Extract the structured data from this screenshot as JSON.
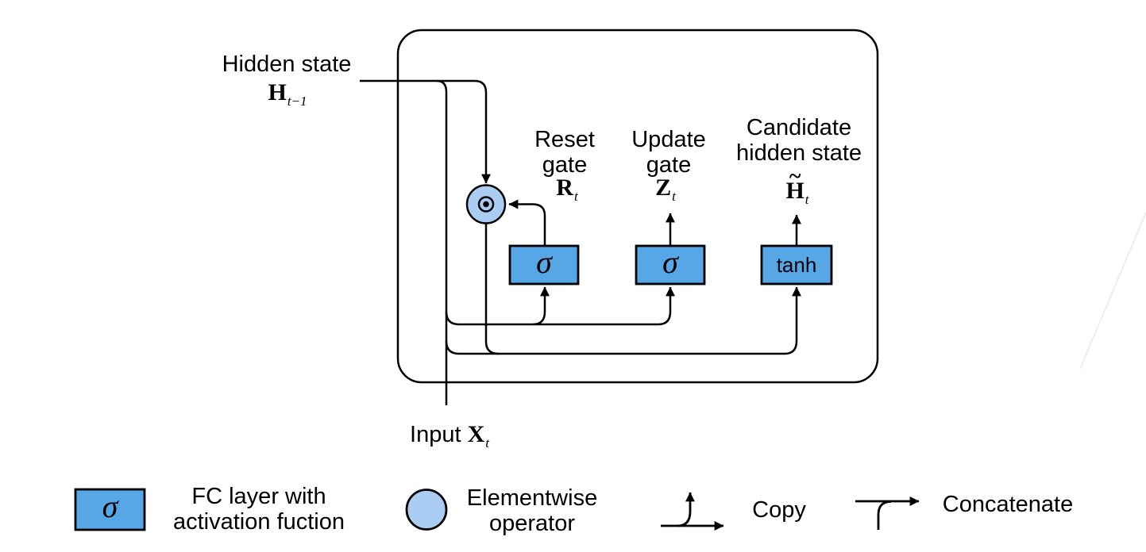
{
  "colors": {
    "background": "#FFFFFF",
    "box_fill": "#57A7E7",
    "circle_fill": "#ABCDF3",
    "line": "#000000",
    "faint_line": "#ECECEC"
  },
  "diagram": {
    "hidden_state": {
      "label": "Hidden state",
      "symbol": "H",
      "subscript": "t−1"
    },
    "input": {
      "label": "Input",
      "symbol": "X",
      "subscript": "t"
    },
    "reset_gate": {
      "label_line1": "Reset",
      "label_line2": "gate",
      "symbol": "R",
      "subscript": "t",
      "box": "σ"
    },
    "update_gate": {
      "label_line1": "Update",
      "label_line2": "gate",
      "symbol": "Z",
      "subscript": "t",
      "box": "σ"
    },
    "candidate": {
      "label_line1": "Candidate",
      "label_line2": "hidden state",
      "symbol": "H",
      "tilde": "~",
      "subscript": "t",
      "box": "tanh"
    }
  },
  "legend": {
    "fc": {
      "icon": "sigma-box-icon",
      "symbol": "σ",
      "line1": "FC layer with",
      "line2": "activation fuction"
    },
    "elementwise": {
      "icon": "elementwise-circle-icon",
      "line1": "Elementwise",
      "line2": "operator"
    },
    "copy": {
      "icon": "copy-icon",
      "label": "Copy"
    },
    "concatenate": {
      "icon": "concatenate-icon",
      "label": "Concatenate"
    }
  }
}
